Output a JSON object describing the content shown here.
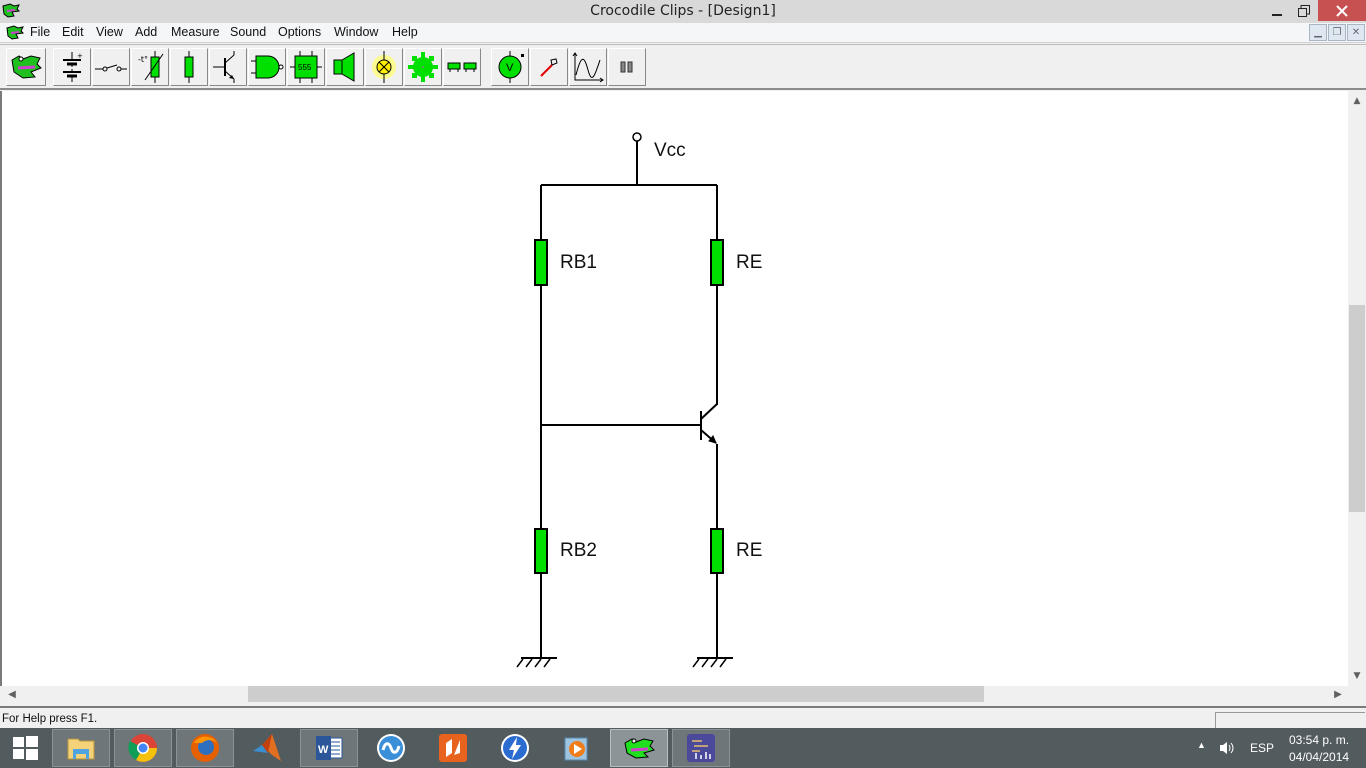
{
  "window": {
    "title": "Crocodile Clips - [Design1]",
    "app_icon": "crocodile-icon",
    "controls": [
      "minimize",
      "maximize",
      "close"
    ]
  },
  "menubar": {
    "items": [
      "File",
      "Edit",
      "View",
      "Add",
      "Measure",
      "Sound",
      "Options",
      "Window",
      "Help"
    ],
    "mdi_controls": [
      "minimize",
      "restore",
      "close"
    ]
  },
  "toolbar": {
    "buttons": [
      {
        "name": "crocodile",
        "icon": "crocodile-icon"
      },
      {
        "name": "power-supply",
        "icon": "battery-icon"
      },
      {
        "name": "switch",
        "icon": "switch-icon"
      },
      {
        "name": "thermistor",
        "icon": "thermistor-icon"
      },
      {
        "name": "resistor",
        "icon": "resistor-icon"
      },
      {
        "name": "transistor",
        "icon": "transistor-icon"
      },
      {
        "name": "logic-gate",
        "icon": "nand-gate-icon"
      },
      {
        "name": "ic-555",
        "icon": "chip-555-icon",
        "text": "555"
      },
      {
        "name": "speaker",
        "icon": "speaker-icon"
      },
      {
        "name": "lamp",
        "icon": "lamp-icon"
      },
      {
        "name": "motor",
        "icon": "gear-icon"
      },
      {
        "name": "mechanics",
        "icon": "bricks-icon"
      },
      {
        "name": "voltmeter",
        "icon": "voltmeter-icon",
        "text": "V"
      },
      {
        "name": "probe",
        "icon": "probe-icon"
      },
      {
        "name": "graph",
        "icon": "graph-icon"
      },
      {
        "name": "pause",
        "icon": "pause-icon"
      }
    ]
  },
  "circuit": {
    "supply_label": "Vcc",
    "components": [
      {
        "id": "RB1",
        "label": "RB1",
        "type": "resistor"
      },
      {
        "id": "RE-top",
        "label": "RE",
        "type": "resistor"
      },
      {
        "id": "RB2",
        "label": "RB2",
        "type": "resistor"
      },
      {
        "id": "RE-bottom",
        "label": "RE",
        "type": "resistor"
      },
      {
        "id": "Q1",
        "label": "",
        "type": "npn-transistor"
      }
    ],
    "component_color": "#00e000"
  },
  "statusbar": {
    "help_text": "For Help press F1."
  },
  "taskbar": {
    "apps": [
      {
        "name": "start",
        "icon": "windows-icon"
      },
      {
        "name": "file-explorer",
        "icon": "folder-icon"
      },
      {
        "name": "chrome",
        "icon": "chrome-icon"
      },
      {
        "name": "firefox",
        "icon": "firefox-icon"
      },
      {
        "name": "matlab",
        "icon": "matlab-icon"
      },
      {
        "name": "word",
        "icon": "word-icon",
        "text": "W"
      },
      {
        "name": "app-blue-wave",
        "icon": "wave-icon"
      },
      {
        "name": "app-orange",
        "icon": "orange-app-icon"
      },
      {
        "name": "app-lightning",
        "icon": "lightning-icon"
      },
      {
        "name": "media-player",
        "icon": "media-player-icon"
      },
      {
        "name": "crocodile-clips",
        "icon": "crocodile-icon",
        "active": true
      },
      {
        "name": "circuit-app",
        "icon": "circuit-app-icon"
      }
    ],
    "tray": {
      "language": "ESP",
      "time": "03:54 p. m.",
      "date": "04/04/2014"
    }
  }
}
